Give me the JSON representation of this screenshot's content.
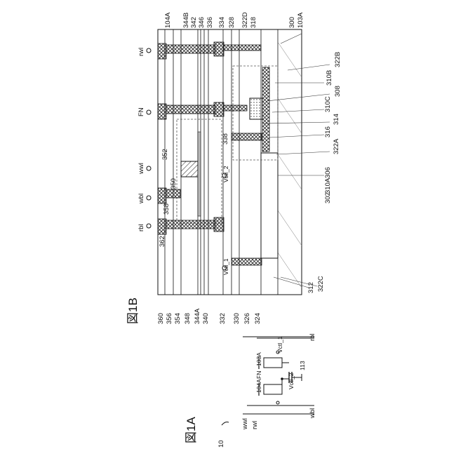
{
  "figure_1a": {
    "title": "図1A",
    "ref": "10",
    "lines": {
      "wwl": "wwl",
      "rwl": "rwl",
      "wbl": "wbl",
      "rbl": "rbl"
    },
    "nodes": {
      "fn": "FN",
      "vctl1": "Vctl_1",
      "vctl2": "Vctl_2"
    },
    "parts": {
      "t104a": "104A",
      "t103a": "103A",
      "c113": "113"
    }
  },
  "figure_1b": {
    "title": "図1B",
    "top_labels": [
      "104A",
      "344B",
      "342",
      "346",
      "336",
      "334",
      "328",
      "322D",
      "318",
      "300",
      "103A"
    ],
    "right_labels": [
      "322B",
      "310B",
      "308",
      "310C",
      "314",
      "316",
      "322A",
      "306",
      "310A",
      "302"
    ],
    "left_labels": [
      "360",
      "356",
      "354",
      "348",
      "344A",
      "340",
      "332",
      "330",
      "326",
      "324"
    ],
    "misc_labels": [
      "352",
      "350",
      "358",
      "362",
      "338",
      "312",
      "322C"
    ],
    "terminals": [
      "rwl",
      "FN",
      "wwl",
      "wbl",
      "rbl"
    ],
    "vctl2": "Vctl_2",
    "vctl1": "Vctl_1"
  }
}
